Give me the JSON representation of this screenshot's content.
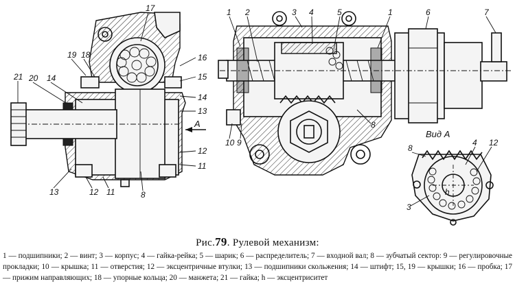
{
  "figure": {
    "prefix": "Рис.",
    "number": "79",
    "title": ". Рулевой механизм:",
    "view_label": "Вид А",
    "arrow_label": "A",
    "legend": "1 — подшипники; 2 — винт; 3 — корпус; 4 — гайка-рейка; 5 — шарик; 6 — распределитель; 7 — входной вал; 8 — зубчатый сектор: 9 — регулировочные прокладки; 10 — крышка; 11 — отверстия; 12 — эксцентричные втулки; 13 — подшипники скольжения; 14 — штифт; 15, 19 — крышки; 16 — пробка; 17 — прижим направляющих; 18 — упорные кольца; 20 — манжета; 21 — гайка; h — эксцентриситет"
  },
  "callouts": {
    "left_view": [
      "17",
      "19",
      "18",
      "20",
      "14",
      "21",
      "16",
      "15",
      "14",
      "13",
      "12",
      "11",
      "13",
      "12",
      "11",
      "8"
    ],
    "right_view": [
      "1",
      "2",
      "3",
      "4",
      "5",
      "1",
      "6",
      "7",
      "8",
      "10",
      "9"
    ],
    "view_a": [
      "8",
      "4",
      "12",
      "3",
      "h"
    ]
  }
}
